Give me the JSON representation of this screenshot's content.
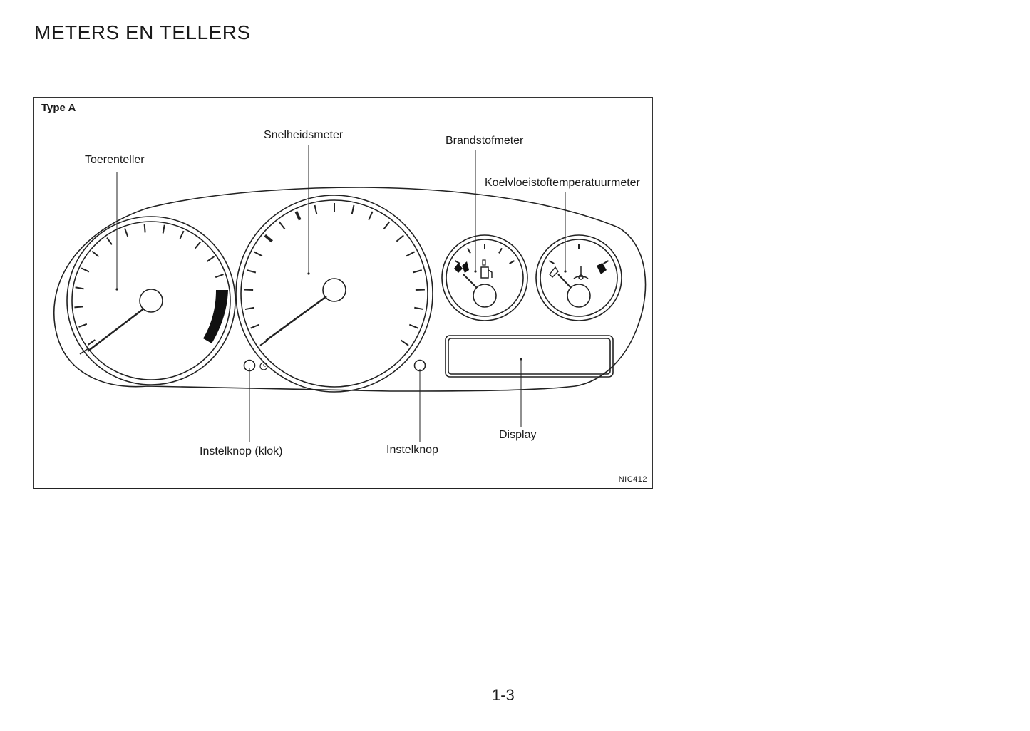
{
  "page": {
    "title": "METERS EN TELLERS",
    "page_number": "1-3"
  },
  "figure": {
    "type_label": "Type A",
    "figure_code": "NIC412",
    "labels": {
      "speedometer": "Snelheidsmeter",
      "fuel_gauge": "Brandstofmeter",
      "tachometer": "Toerenteller",
      "coolant_temp_gauge": "Koelvloeistoftemperatuurmeter",
      "display": "Display",
      "clock_adjust_knob": "Instelknop (klok)",
      "adjust_knob": "Instelknop"
    }
  }
}
